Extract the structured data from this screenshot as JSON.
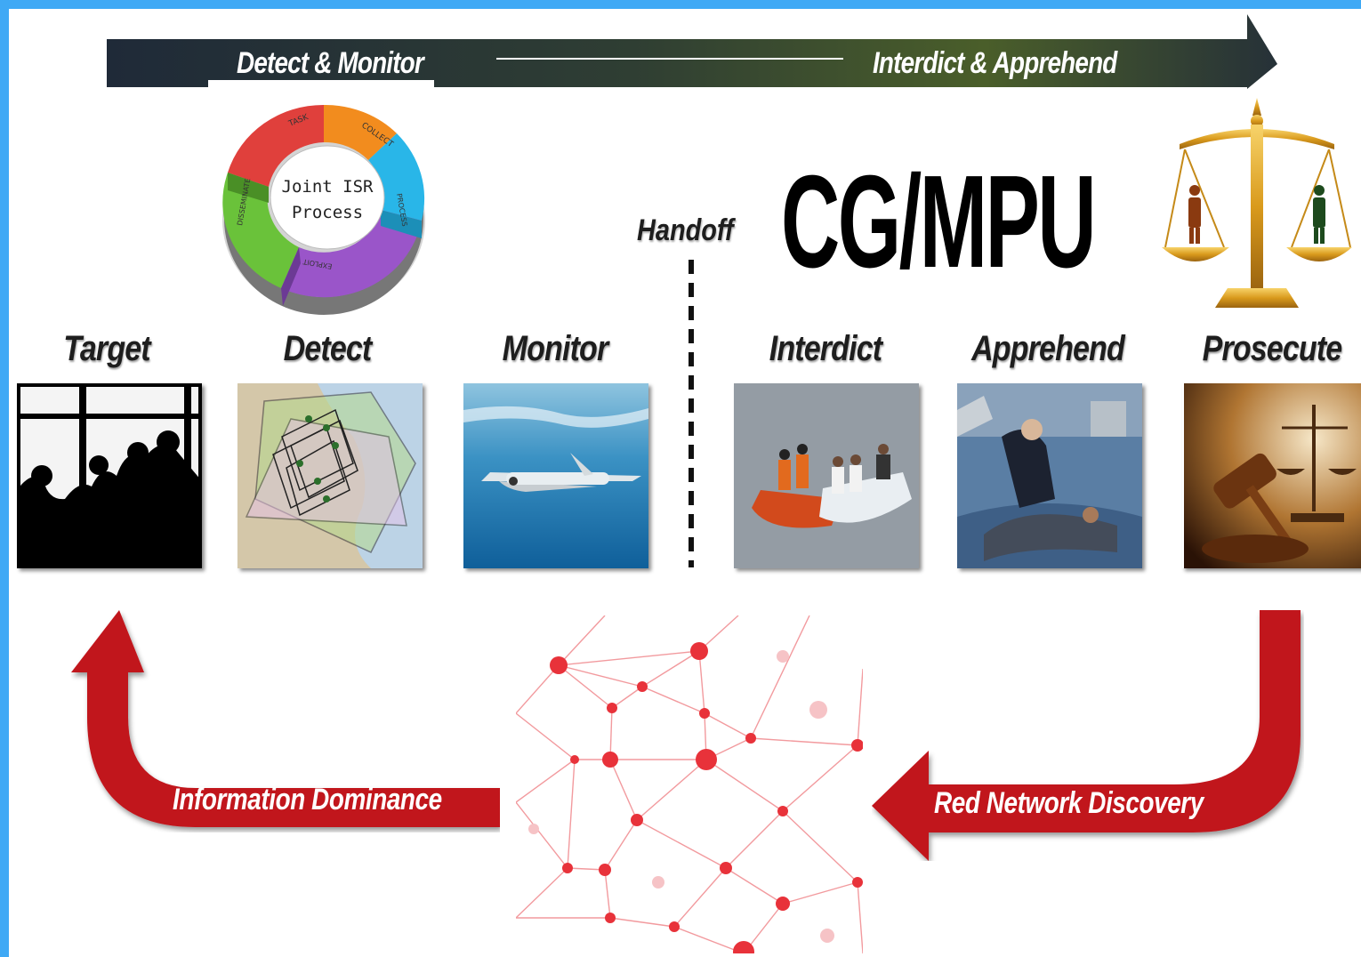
{
  "banner": {
    "left_label": "Detect & Monitor",
    "right_label": "Interdict & Apprehend"
  },
  "isr_cycle": {
    "center_line1": "Joint ISR",
    "center_line2": "Process",
    "segments": [
      "TASK",
      "COLLECT",
      "PROCESS",
      "EXPLOIT",
      "DISSEMINATE"
    ]
  },
  "handoff_label": "Handoff",
  "org_label": "CG/MPU",
  "stages": [
    {
      "label": "Target"
    },
    {
      "label": "Detect"
    },
    {
      "label": "Monitor"
    },
    {
      "label": "Interdict"
    },
    {
      "label": "Apprehend"
    },
    {
      "label": "Prosecute"
    }
  ],
  "return_arrows": {
    "left_label": "Information Dominance",
    "right_label": "Red Network Discovery"
  },
  "colors": {
    "border": "#3fa9f5",
    "banner_dark": "#1f2a38",
    "banner_green": "#4a5e2a",
    "arrow_red": "#c1121a",
    "network_red": "#e8323a"
  }
}
